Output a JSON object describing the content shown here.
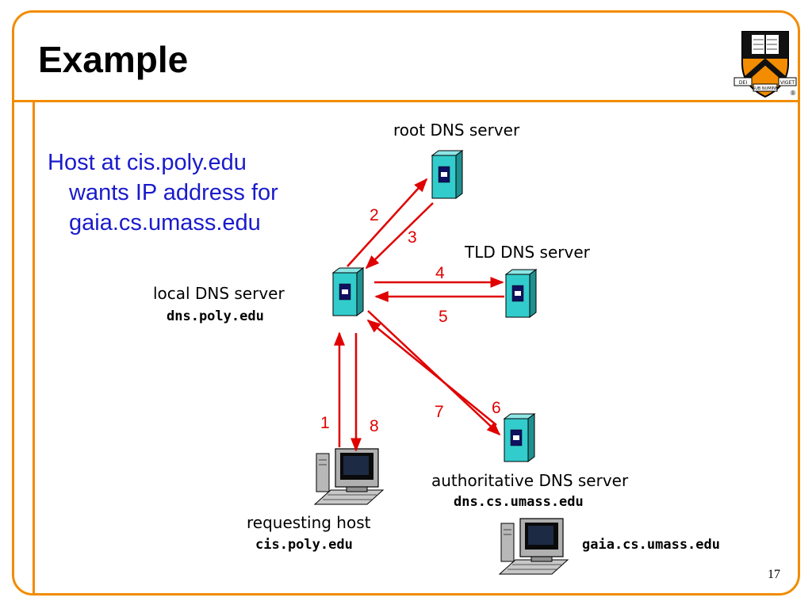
{
  "slide": {
    "title": "Example",
    "host_text_lines": [
      "Host at cis.poly.edu",
      "wants IP address for",
      "gaia.cs.umass.edu"
    ],
    "page_number": "17"
  },
  "logo": {
    "name": "princeton-shield-icon",
    "motto_left": "DEI",
    "motto_center": "SUB NUMINE",
    "motto_right": "VIGET",
    "registered": "®"
  },
  "nodes": {
    "root": {
      "label": "root DNS server"
    },
    "tld": {
      "label": "TLD DNS server"
    },
    "local": {
      "label": "local DNS server",
      "host": "dns.poly.edu"
    },
    "authoritative": {
      "label": "authoritative DNS server",
      "host": "dns.cs.umass.edu"
    },
    "requesting": {
      "label": "requesting host",
      "host": "cis.poly.edu"
    },
    "target": {
      "host": "gaia.cs.umass.edu"
    }
  },
  "steps": [
    "1",
    "2",
    "3",
    "4",
    "5",
    "6",
    "7",
    "8"
  ],
  "colors": {
    "frame": "#f28c00",
    "arrow": "#e00000",
    "server": "#33cccc",
    "host_text": "#1a1acc",
    "step_number": "#e00000"
  }
}
